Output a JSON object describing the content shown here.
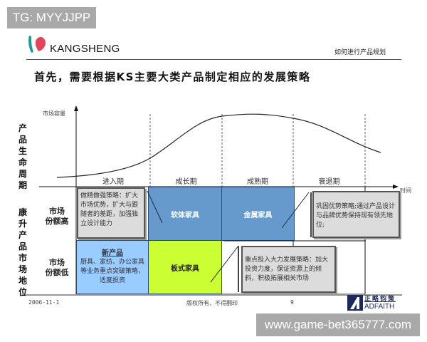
{
  "watermark_top": "TG: MYYJJPP",
  "watermark_bottom": "www.game-bet365777.com",
  "header": {
    "logo_text": "KANGSHENG",
    "section_title": "如何进行产品规划",
    "colors": {
      "logo_teal": "#1f9a92",
      "logo_red": "#e0455a"
    }
  },
  "title": "首先，需要根据KS主要大类产品制定相应的发展策略",
  "chart": {
    "y_axis_label": "市场容量",
    "x_axis_label": "时间",
    "left_label_top": "产品生命周期",
    "left_label_bottom": "康升产品市场地位",
    "phases": [
      "进入期",
      "成长期",
      "成熟期",
      "衰退期"
    ],
    "rows": [
      {
        "label_line1": "市场",
        "label_line2": "份额高"
      },
      {
        "label_line1": "市场",
        "label_line2": "份额低"
      }
    ],
    "cells": {
      "soft_furniture": "软体家具",
      "metal_furniture": "金属家具",
      "panel_furniture": "板式家具",
      "new_product_title": "新产品",
      "new_product_line1": "厨具、家纺、办公家具",
      "new_product_line2": "等业务重点突破策略，",
      "new_product_line3": "适度投资"
    },
    "notes": {
      "strengthen": "做精做强策略：扩大市场优势，扩大与跟随者的差距，加强独立设计能力",
      "consolidate": "巩固优势策略;通过产品设计与品牌优势保持现有领先地位;",
      "invest": "重点投入大力发展策略：加大投资力度，保证资源上的倾斜，积极拓展相关市场"
    },
    "colors": {
      "blue": "#6699cc",
      "light_blue": "#99ccff",
      "green": "#ccff33",
      "note_gray": "#dcdcdc"
    }
  },
  "footer": {
    "date": "2006-11-1",
    "copyright": "版权所有，不得翻印",
    "page": "9",
    "brand_cn": "正略钧策",
    "brand_en": "ADFAITH"
  }
}
